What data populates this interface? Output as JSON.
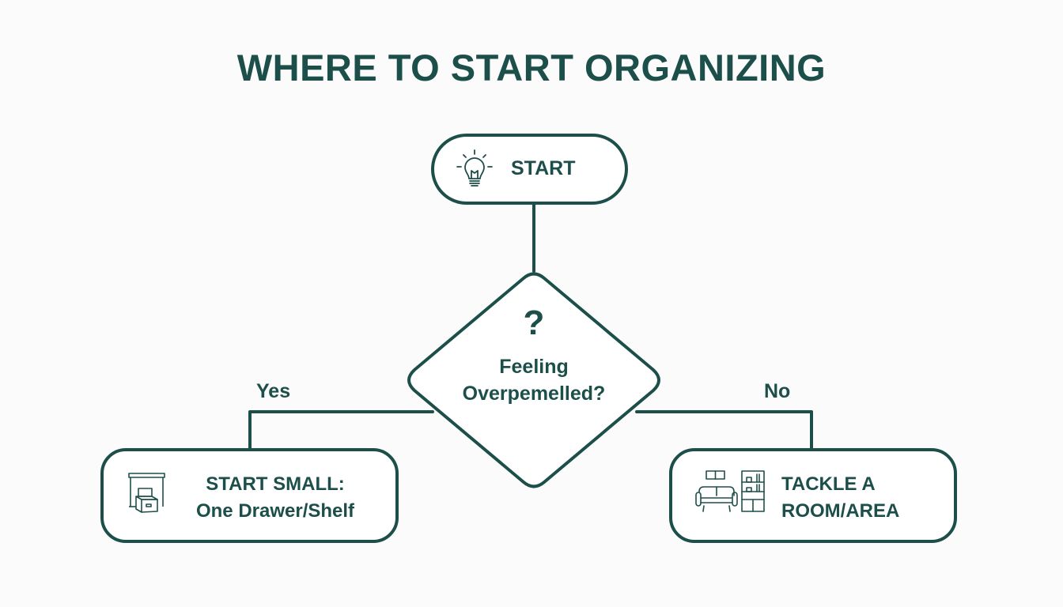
{
  "title": "WHERE TO START ORGANIZING",
  "colors": {
    "primary": "#1d4f4a",
    "background": "#fafbfa",
    "node_fill": "#ffffff"
  },
  "nodes": {
    "start": {
      "label": "START",
      "icon": "lightbulb-icon"
    },
    "decision": {
      "symbol": "?",
      "line1": "Feeling",
      "line2": "Overpemelled?"
    },
    "yes_outcome": {
      "line1": "START SMALL:",
      "line2": "One Drawer/Shelf",
      "icon": "drawer-box-icon"
    },
    "no_outcome": {
      "line1": "TACKLE A",
      "line2": "ROOM/AREA",
      "icon": "living-room-icon"
    }
  },
  "edges": {
    "yes_label": "Yes",
    "no_label": "No"
  }
}
